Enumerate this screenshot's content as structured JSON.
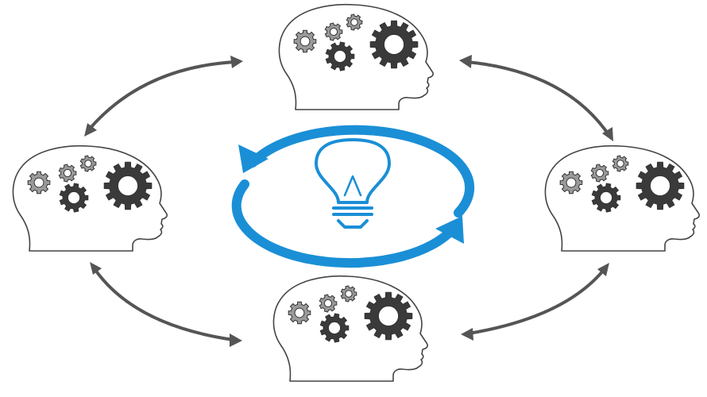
{
  "diagram": {
    "heads": [
      {
        "id": "top",
        "gear_icon": "gears-icon"
      },
      {
        "id": "left",
        "gear_icon": "gears-icon"
      },
      {
        "id": "right",
        "gear_icon": "gears-icon"
      },
      {
        "id": "bottom",
        "gear_icon": "gears-icon"
      }
    ],
    "center_icon": "lightbulb-icon",
    "cycle_icon": "refresh-cycle-icon",
    "connectors": [
      "top-left",
      "top-right",
      "left-bottom",
      "right-bottom"
    ],
    "colors": {
      "cycle": "#1a8fd6",
      "arrows": "#555555",
      "outline": "#444444",
      "gear_dark": "#3a3a3a",
      "gear_light": "#9a9a9a"
    }
  }
}
